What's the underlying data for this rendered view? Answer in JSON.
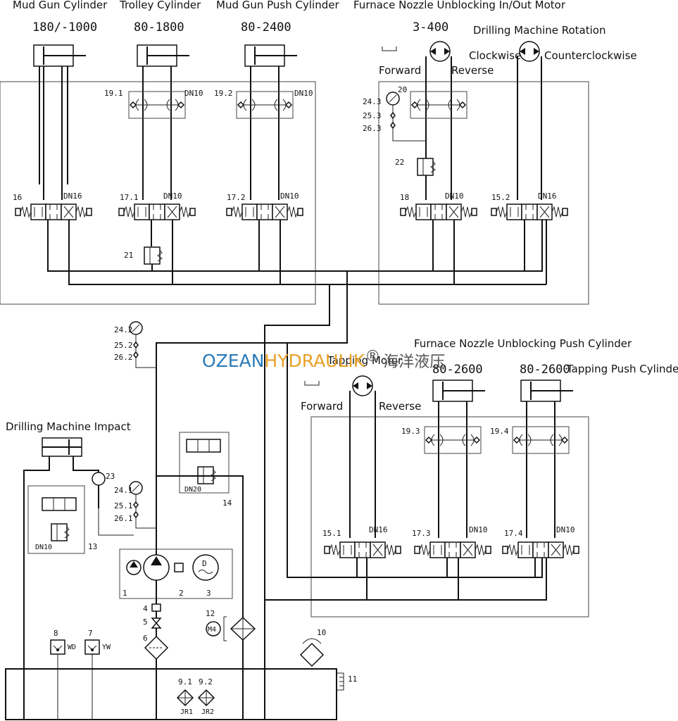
{
  "actuators": {
    "mud_gun_cylinder": {
      "title": "Mud Gun Cylinder",
      "range": "180/-1000"
    },
    "trolley_cylinder": {
      "title": "Trolley Cylinder",
      "range": "80-1800"
    },
    "mud_gun_push_cylinder": {
      "title": "Mud Gun Push Cylinder",
      "range": "80-2400"
    },
    "furnace_nozzle_motor": {
      "title": "Furnace Nozzle Unblocking In/Out Motor",
      "range": "3-400",
      "forward": "Forward",
      "reverse": "Reverse"
    },
    "drilling_rotation": {
      "title": "Drilling Machine Rotation",
      "clockwise": "Clockwise",
      "counterclockwise": "Counterclockwise"
    },
    "furnace_nozzle_push": {
      "title": "Furnace Nozzle Unblocking Push Cylinder",
      "range": "80-2600"
    },
    "tapping_motor": {
      "title": "Tapping Motor",
      "forward": "Forward",
      "reverse": "Reverse"
    },
    "tapping_push": {
      "title": "Tapping Push Cylinder",
      "range": "80-2600"
    },
    "drilling_impact": {
      "title": "Drilling Machine Impact"
    }
  },
  "valves": {
    "v16": {
      "id": "16",
      "dn": "DN16"
    },
    "v17_1": {
      "id": "17.1",
      "dn": "DN10"
    },
    "v17_2": {
      "id": "17.2",
      "dn": "DN10"
    },
    "v18": {
      "id": "18",
      "dn": "DN10"
    },
    "v15_2": {
      "id": "15.2",
      "dn": "DN16"
    },
    "v15_1": {
      "id": "15.1",
      "dn": "DN16"
    },
    "v17_3": {
      "id": "17.3",
      "dn": "DN10"
    },
    "v17_4": {
      "id": "17.4",
      "dn": "DN10"
    }
  },
  "locks": {
    "l19_1": {
      "id": "19.1",
      "dn": "DN10"
    },
    "l19_2": {
      "id": "19.2",
      "dn": "DN10"
    },
    "l19_3": {
      "id": "19.3"
    },
    "l19_4": {
      "id": "19.4"
    }
  },
  "labels": {
    "n20": "20",
    "n22": "22",
    "n21": "21",
    "n23": "23",
    "n24_3": "24.3",
    "n25_3": "25.3",
    "n26_3": "26.3",
    "n24_2": "24.2",
    "n25_2": "25.2",
    "n26_2": "26.2",
    "n24_1": "24.1",
    "n25_1": "25.1",
    "n26_1": "26.1",
    "n13": "13",
    "n14": "14",
    "dn10_13": "DN10",
    "dn20_14": "DN20",
    "n1": "1",
    "n2": "2",
    "n3": "3",
    "n4": "4",
    "n5": "5",
    "n6": "6",
    "n7": "7",
    "n8": "8",
    "n9_1": "9.1",
    "n9_2": "9.2",
    "n10": "10",
    "n11": "11",
    "n12": "12",
    "wd": "WD",
    "yw": "YW",
    "jr1": "JR1",
    "jr2": "JR2",
    "m4": "M4",
    "d": "D"
  },
  "watermark": {
    "part1": "OZEAN",
    "part2": "HYDRAULIK",
    "reg": "®",
    "part3": "海洋液压"
  }
}
